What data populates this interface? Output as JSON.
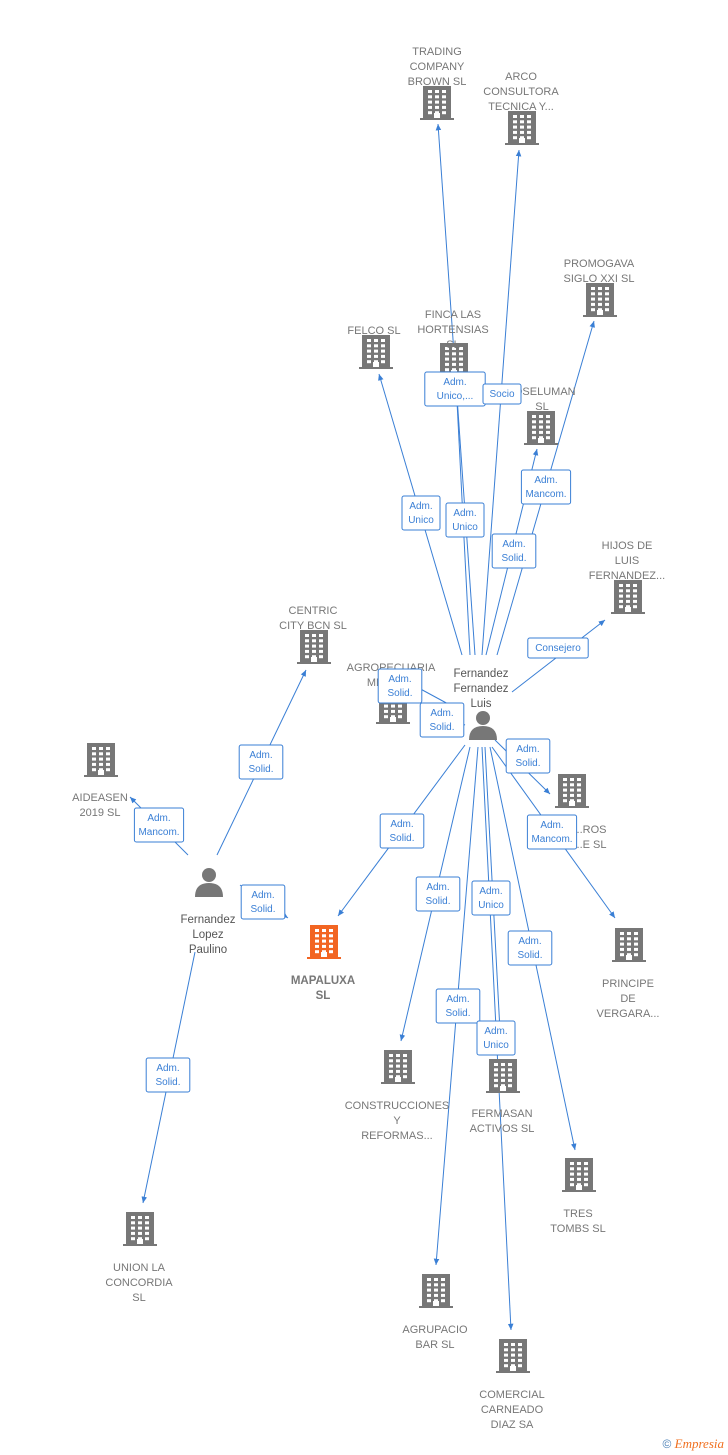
{
  "colors": {
    "edge": "#3a7fd5",
    "building": "#777777",
    "building_main": "#f26522",
    "person": "#777777"
  },
  "companies": [
    {
      "id": "trading",
      "lines": [
        "TRADING",
        "COMPANY",
        "BROWN  SL"
      ]
    },
    {
      "id": "arco",
      "lines": [
        "ARCO",
        "CONSULTORA",
        "TECNICA Y..."
      ]
    },
    {
      "id": "promogava",
      "lines": [
        "PROMOGAVA",
        "SIGLO XXI  SL"
      ]
    },
    {
      "id": "felco",
      "lines": [
        "FELCO SL"
      ]
    },
    {
      "id": "finca",
      "lines": [
        "FINCA LAS",
        "HORTENSIAS",
        "SL"
      ]
    },
    {
      "id": "joseluman",
      "lines": [
        "JOSELUMAN",
        "SL"
      ]
    },
    {
      "id": "hijos",
      "lines": [
        "HIJOS DE",
        "LUIS",
        "FERNANDEZ..."
      ]
    },
    {
      "id": "centric",
      "lines": [
        "CENTRIC",
        "CITY BCN  SL"
      ]
    },
    {
      "id": "agropecuaria",
      "lines": [
        "AGROPECUARIA",
        "MEL...  SL"
      ]
    },
    {
      "id": "aideasen",
      "lines": [
        "AIDEASEN",
        "2019  SL"
      ]
    },
    {
      "id": "mapaluxa",
      "lines": [
        "MAPALUXA",
        "SL"
      ],
      "main": true
    },
    {
      "id": "pros",
      "lines": [
        "...ROS",
        "...E  SL"
      ]
    },
    {
      "id": "principe",
      "lines": [
        "PRINCIPE",
        "DE",
        "VERGARA..."
      ]
    },
    {
      "id": "construcciones",
      "lines": [
        "CONSTRUCCIONES",
        "Y",
        "REFORMAS..."
      ]
    },
    {
      "id": "fermasan",
      "lines": [
        "FERMASAN",
        "ACTIVOS SL"
      ]
    },
    {
      "id": "tres",
      "lines": [
        "TRES",
        "TOMBS SL"
      ]
    },
    {
      "id": "union",
      "lines": [
        "UNION LA",
        "CONCORDIA",
        "SL"
      ]
    },
    {
      "id": "agrupacio",
      "lines": [
        "AGRUPACIO",
        "BAR  SL"
      ]
    },
    {
      "id": "comercial",
      "lines": [
        "COMERCIAL",
        "CARNEADO",
        "DIAZ SA"
      ]
    }
  ],
  "persons": [
    {
      "id": "luis",
      "lines": [
        "Fernandez",
        "Fernandez",
        "Luis"
      ]
    },
    {
      "id": "paulino",
      "lines": [
        "Fernandez",
        "Lopez",
        "Paulino"
      ]
    }
  ],
  "relations": [
    {
      "from": "luis",
      "to": "trading",
      "role": [
        "Adm.",
        "Unico,..."
      ]
    },
    {
      "from": "luis",
      "to": "arco",
      "role": [
        "Socio"
      ]
    },
    {
      "from": "luis",
      "to": "promogava",
      "role": [
        "Adm.",
        "Mancom."
      ]
    },
    {
      "from": "luis",
      "to": "felco",
      "role": [
        "Adm.",
        "Unico"
      ]
    },
    {
      "from": "luis",
      "to": "finca",
      "role": [
        "Adm.",
        "Unico"
      ]
    },
    {
      "from": "luis",
      "to": "joseluman",
      "role": [
        "Adm.",
        "Solid."
      ]
    },
    {
      "from": "luis",
      "to": "hijos",
      "role": [
        "Consejero"
      ]
    },
    {
      "from": "luis",
      "to": "agropecuaria",
      "role": [
        "Adm.",
        "Solid."
      ]
    },
    {
      "from": "luis",
      "to": "agropecuaria",
      "role": [
        "Adm.",
        "Solid."
      ]
    },
    {
      "from": "luis",
      "to": "mapaluxa",
      "role": [
        "Adm.",
        "Solid."
      ]
    },
    {
      "from": "luis",
      "to": "pros",
      "role": [
        "Adm.",
        "Solid."
      ]
    },
    {
      "from": "luis",
      "to": "principe",
      "role": [
        "Adm.",
        "Mancom."
      ]
    },
    {
      "from": "luis",
      "to": "construcciones",
      "role": [
        "Adm.",
        "Solid."
      ]
    },
    {
      "from": "luis",
      "to": "fermasan",
      "role": [
        "Adm.",
        "Unico"
      ]
    },
    {
      "from": "luis",
      "to": "tres",
      "role": [
        "Adm.",
        "Solid."
      ]
    },
    {
      "from": "luis",
      "to": "agrupacio",
      "role": [
        "Adm.",
        "Solid."
      ]
    },
    {
      "from": "luis",
      "to": "comercial",
      "role": [
        "Adm.",
        "Unico"
      ]
    },
    {
      "from": "paulino",
      "to": "centric",
      "role": [
        "Adm.",
        "Solid."
      ]
    },
    {
      "from": "paulino",
      "to": "aideasen",
      "role": [
        "Adm.",
        "Mancom."
      ]
    },
    {
      "from": "paulino",
      "to": "mapaluxa",
      "role": [
        "Adm.",
        "Solid."
      ]
    },
    {
      "from": "paulino",
      "to": "union",
      "role": [
        "Adm.",
        "Solid."
      ]
    }
  ],
  "footer": {
    "copyright": "©",
    "brand": "Empresia"
  }
}
